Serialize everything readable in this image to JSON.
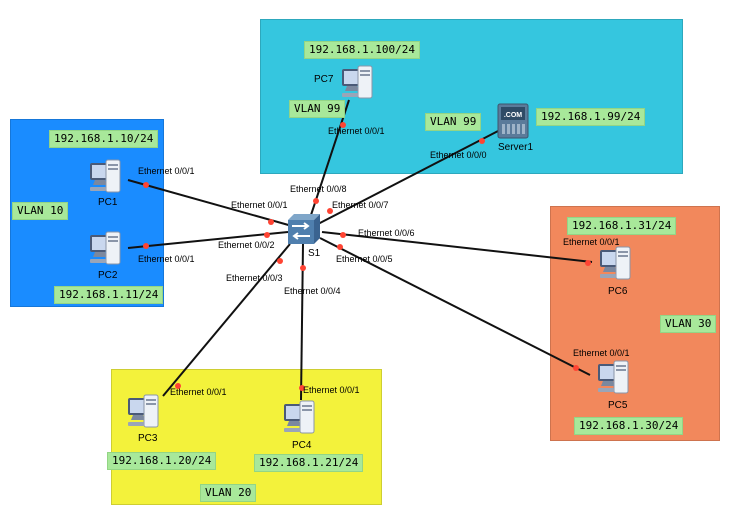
{
  "colors": {
    "vlan10": "#1a8cff",
    "vlan20": "#f3f23b",
    "vlan30": "#f2885c",
    "vlan99": "#35c6df",
    "label_bg": "#a8e89a",
    "link": "#111111",
    "port_dot": "#ff4433"
  },
  "zones": {
    "vlan10": "VLAN 10",
    "vlan20": "VLAN 20",
    "vlan30": "VLAN 30",
    "vlan99_pc": "VLAN 99",
    "vlan99_server": "VLAN 99"
  },
  "devices": {
    "pc1": {
      "name": "PC1",
      "ip": "192.168.1.10/24",
      "port": "Ethernet 0/0/1",
      "icon": "pc-icon"
    },
    "pc2": {
      "name": "PC2",
      "ip": "192.168.1.11/24",
      "port": "Ethernet 0/0/1",
      "icon": "pc-icon"
    },
    "pc3": {
      "name": "PC3",
      "ip": "192.168.1.20/24",
      "port": "Ethernet 0/0/1",
      "icon": "pc-icon"
    },
    "pc4": {
      "name": "PC4",
      "ip": "192.168.1.21/24",
      "port": "Ethernet 0/0/1",
      "icon": "pc-icon"
    },
    "pc5": {
      "name": "PC5",
      "ip": "192.168.1.30/24",
      "port": "Ethernet 0/0/1",
      "icon": "pc-icon"
    },
    "pc6": {
      "name": "PC6",
      "ip": "192.168.1.31/24",
      "port": "Ethernet 0/0/1",
      "icon": "pc-icon"
    },
    "pc7": {
      "name": "PC7",
      "ip": "192.168.1.100/24",
      "port": "Ethernet 0/0/1",
      "icon": "pc-icon"
    },
    "server1": {
      "name": "Server1",
      "ip": "192.168.1.99/24",
      "port": "Ethernet 0/0/0",
      "icon": "server-icon",
      "badge": ".COM"
    },
    "s1": {
      "name": "S1",
      "icon": "switch-icon"
    }
  },
  "switch_ports": {
    "p1": "Ethernet 0/0/1",
    "p2": "Ethernet 0/0/2",
    "p3": "Ethernet 0/0/3",
    "p4": "Ethernet 0/0/4",
    "p5": "Ethernet 0/0/5",
    "p6": "Ethernet 0/0/6",
    "p7": "Ethernet 0/0/7",
    "p8": "Ethernet 0/0/8"
  }
}
